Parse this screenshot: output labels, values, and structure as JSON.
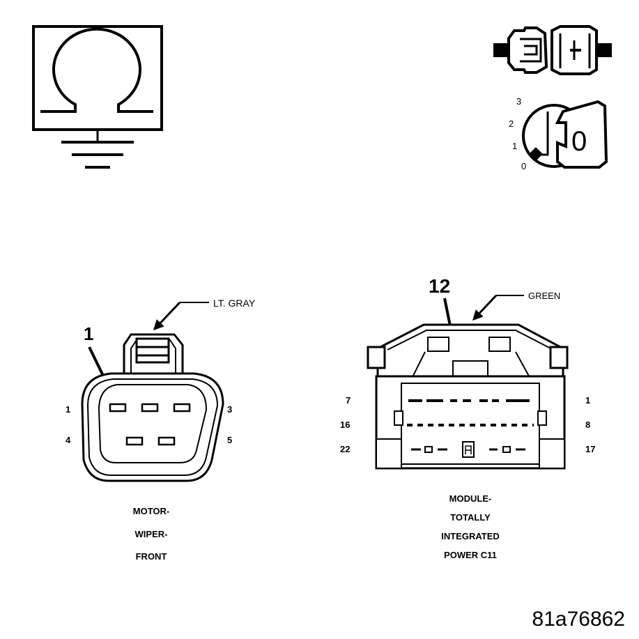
{
  "ignition_switch": {
    "positions": [
      "3",
      "2",
      "1",
      "0"
    ],
    "key_position": "0"
  },
  "connector_left": {
    "callout_pin": "1",
    "color": "LT. GRAY",
    "pin_labels": {
      "top_left": "1",
      "top_right": "3",
      "bottom_left": "4",
      "bottom_right": "5"
    },
    "name_lines": [
      "MOTOR-",
      "WIPER-",
      "FRONT"
    ]
  },
  "connector_right": {
    "callout_pin": "12",
    "color": "GREEN",
    "pin_labels": {
      "row1_left": "7",
      "row1_right": "1",
      "row2_left": "16",
      "row2_right": "8",
      "row3_left": "22",
      "row3_right": "17"
    },
    "name_lines": [
      "MODULE-",
      "TOTALLY",
      "INTEGRATED",
      "POWER C11"
    ]
  },
  "figure_id": "81a76862"
}
